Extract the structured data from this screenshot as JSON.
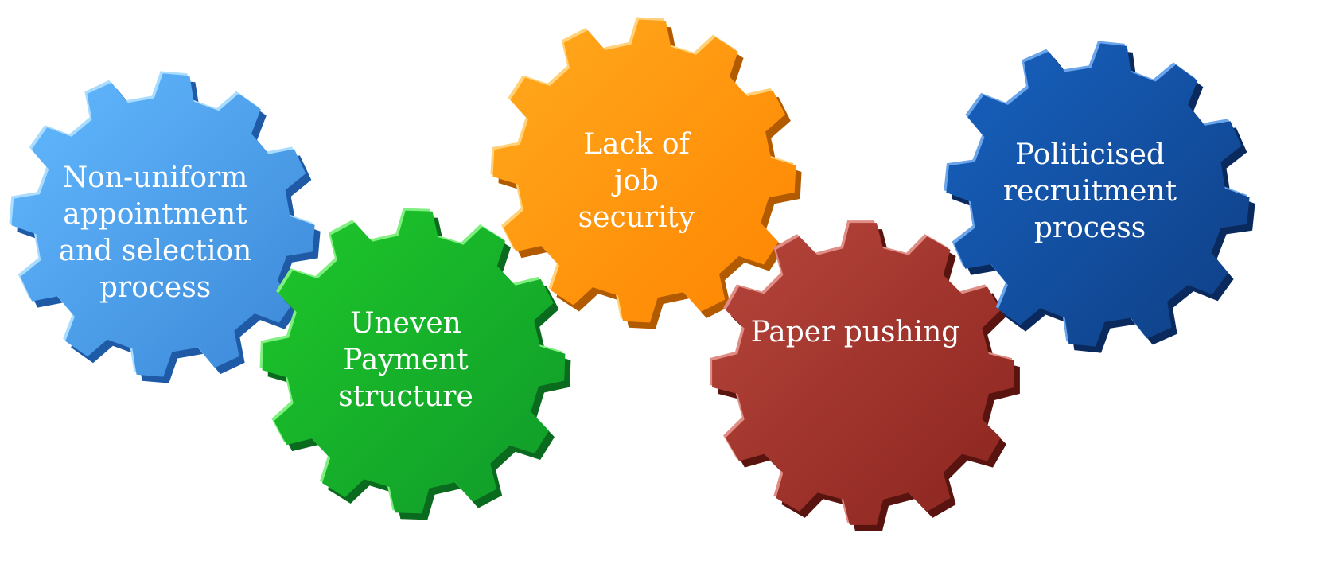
{
  "diagram": {
    "gears": [
      {
        "id": "blue-light",
        "lines": [
          "Non-uniform",
          "appointment",
          "and selection",
          "process"
        ],
        "color_top": "#63baff",
        "color_bottom": "#3a86d6",
        "shadow": "#1e5aa6",
        "highlight": "#a9dcff"
      },
      {
        "id": "green",
        "lines": [
          "Uneven",
          "Payment",
          "structure"
        ],
        "color_top": "#1ec82a",
        "color_bottom": "#0f9a2a",
        "shadow": "#0a6b1f",
        "highlight": "#7ff07f"
      },
      {
        "id": "orange",
        "lines": [
          "Lack of",
          "job",
          "security"
        ],
        "color_top": "#ffaa1e",
        "color_bottom": "#ff8400",
        "shadow": "#b25a00",
        "highlight": "#ffd27a"
      },
      {
        "id": "red",
        "lines": [
          "Paper pushing"
        ],
        "color_top": "#b7463c",
        "color_bottom": "#8a241e",
        "shadow": "#5a1410",
        "highlight": "#e08d86"
      },
      {
        "id": "blue-dark",
        "lines": [
          "Politicised",
          "recruitment",
          "process"
        ],
        "color_top": "#1762c0",
        "color_bottom": "#0f3e84",
        "shadow": "#0a2a5e",
        "highlight": "#6aa4ea"
      }
    ]
  }
}
